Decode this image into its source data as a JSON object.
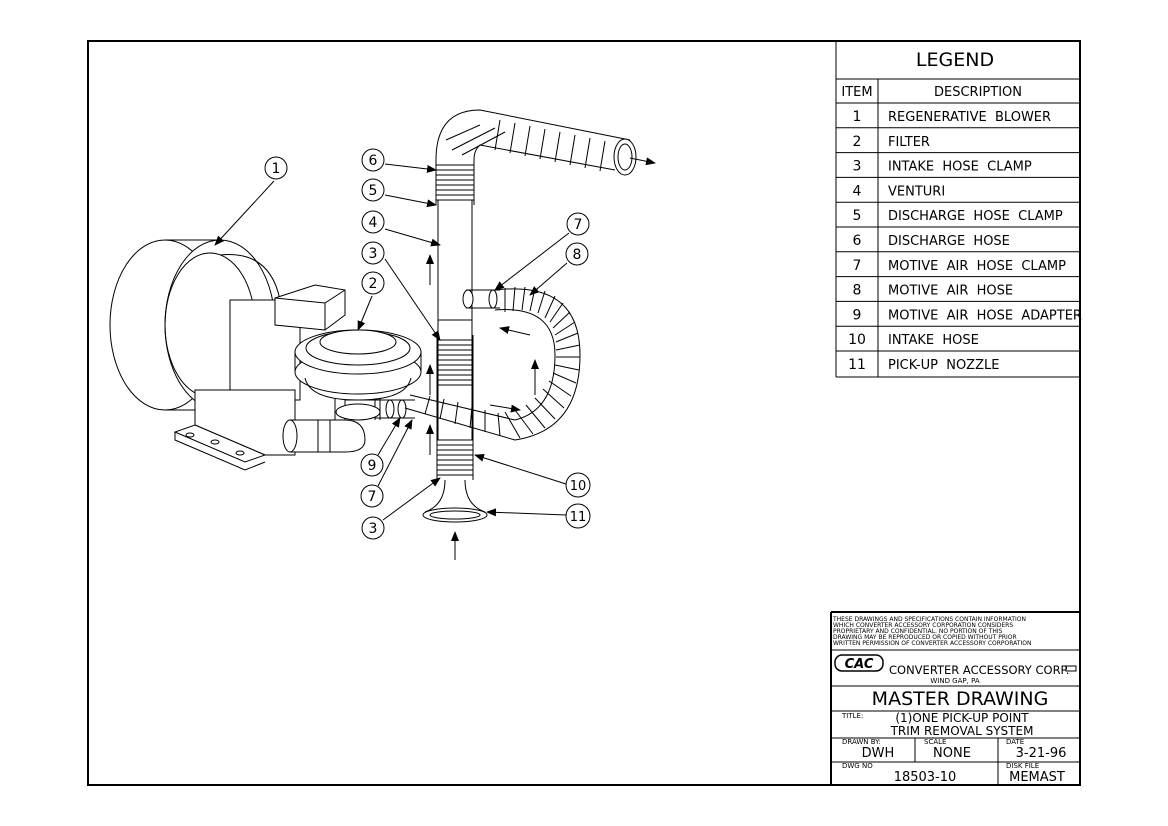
{
  "legend": {
    "title": "LEGEND",
    "col_item": "ITEM",
    "col_description": "DESCRIPTION",
    "rows": [
      {
        "item": "1",
        "description": "REGENERATIVE  BLOWER"
      },
      {
        "item": "2",
        "description": "FILTER"
      },
      {
        "item": "3",
        "description": "INTAKE  HOSE  CLAMP"
      },
      {
        "item": "4",
        "description": "VENTURI"
      },
      {
        "item": "5",
        "description": "DISCHARGE  HOSE  CLAMP"
      },
      {
        "item": "6",
        "description": "DISCHARGE  HOSE"
      },
      {
        "item": "7",
        "description": "MOTIVE  AIR  HOSE  CLAMP"
      },
      {
        "item": "8",
        "description": "MOTIVE  AIR  HOSE"
      },
      {
        "item": "9",
        "description": "MOTIVE  AIR  HOSE  ADAPTER"
      },
      {
        "item": "10",
        "description": "INTAKE  HOSE"
      },
      {
        "item": "11",
        "description": "PICK-UP  NOZZLE"
      }
    ]
  },
  "callouts": [
    "1",
    "2",
    "3",
    "4",
    "5",
    "6",
    "7",
    "8",
    "9",
    "7",
    "3",
    "10",
    "11"
  ],
  "title_block": {
    "notice_lines": [
      "THESE DRAWINGS AND SPECIFICATIONS CONTAIN INFORMATION",
      "WHICH CONVERTER ACCESSORY CORPORATION CONSIDERS",
      "PROPRIETARY AND CONFIDENTIAL. NO PORTION OF THIS",
      "DRAWING MAY BE REPRODUCED OR COPIED WITHOUT PRIOR",
      "WRITTEN PERMISSION OF CONVERTER ACCESSORY CORPORATION"
    ],
    "logo_text": "CAC",
    "company": "CONVERTER  ACCESSORY  CORP.",
    "location": "WIND GAP, PA",
    "drawing_type": "MASTER  DRAWING",
    "title_label": "TITLE:",
    "title_line1": "(1)ONE  PICK-UP  POINT",
    "title_line2": "TRIM  REMOVAL  SYSTEM",
    "drawn_by_label": "DRAWN BY:",
    "drawn_by": "DWH",
    "scale_label": "SCALE",
    "scale": "NONE",
    "date_label": "DATE",
    "date": "3-21-96",
    "dwg_no_label": "DWG NO",
    "dwg_no": "18503-10",
    "disk_file_label": "DISK FILE",
    "disk_file": "MEMAST"
  }
}
